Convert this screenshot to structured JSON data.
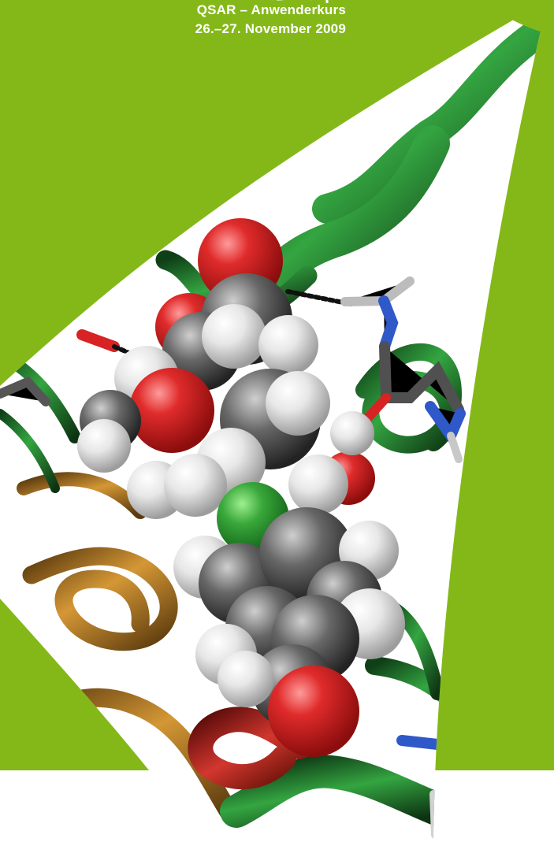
{
  "event": {
    "course": "QSAR – Anwenderkurs",
    "date": "26.–27. November 2009"
  },
  "colors": {
    "brand_green": "#84b819",
    "page_white": "#ffffff",
    "atom_red": "#d41717",
    "atom_white": "#f2f2f2",
    "atom_gray": "#5b5b5b",
    "atom_green": "#36a33a",
    "ribbon_green": "#1f6d2b",
    "ribbon_orange": "#b9781c",
    "ribbon_red": "#be2a24",
    "nitrogen_blue": "#2c4fbd"
  },
  "icons": {
    "artwork": "molecule-illustration"
  }
}
